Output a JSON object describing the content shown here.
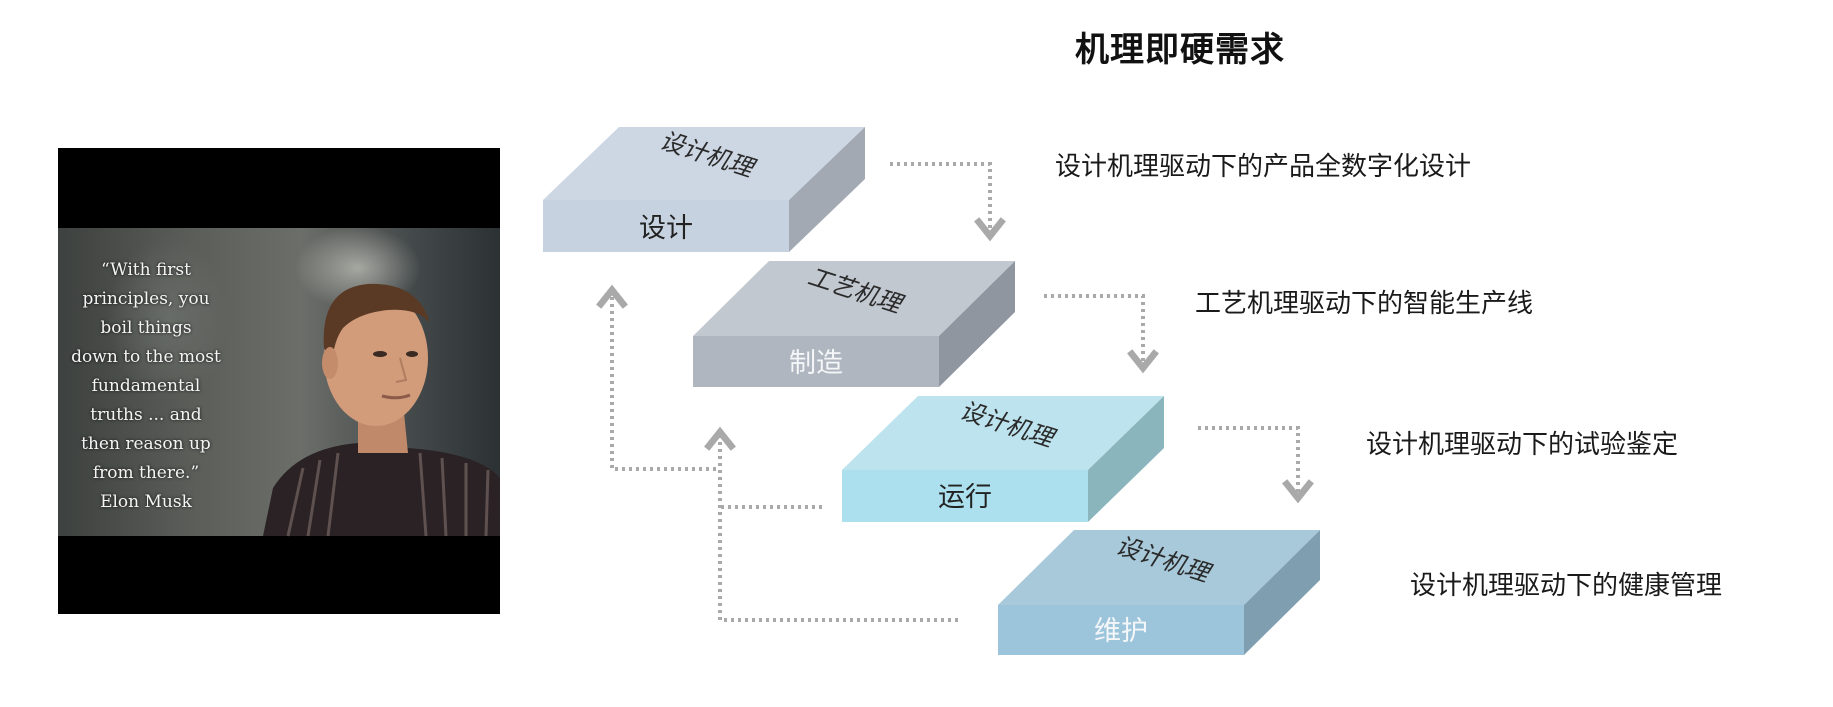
{
  "title": "机理即硬需求",
  "quote": {
    "lines": [
      "“With first",
      "principles, you",
      "boil things",
      "down to the most",
      "fundamental",
      "truths ... and",
      "then reason up",
      "from there.”",
      "Elon Musk"
    ]
  },
  "steps": [
    {
      "top_label": "设计机理",
      "front_label": "设计",
      "desc": "设计机理驱动下的产品全数字化设计",
      "colors": {
        "top": "#cdd7e3",
        "front": "#c6d2df",
        "side": "#a2a9b3",
        "label": "#222222"
      }
    },
    {
      "top_label": "工艺机理",
      "front_label": "制造",
      "desc": "工艺机理驱动下的智能生产线",
      "colors": {
        "top": "#c2c8d0",
        "front": "#afb6bf",
        "side": "#8f96a0",
        "label": "#f4f6f8"
      }
    },
    {
      "top_label": "设计机理",
      "front_label": "运行",
      "desc": "设计机理驱动下的试验鉴定",
      "colors": {
        "top": "#bde3ee",
        "front": "#ade0ee",
        "side": "#8ab5bd",
        "label": "#222222"
      }
    },
    {
      "top_label": "设计机理",
      "front_label": "维护",
      "desc": "设计机理驱动下的健康管理",
      "colors": {
        "top": "#a8c9da",
        "front": "#9cc5dc",
        "side": "#7f9fb1",
        "label": "#f4f6f8"
      }
    }
  ],
  "arrow_color": "#a9a9a9"
}
